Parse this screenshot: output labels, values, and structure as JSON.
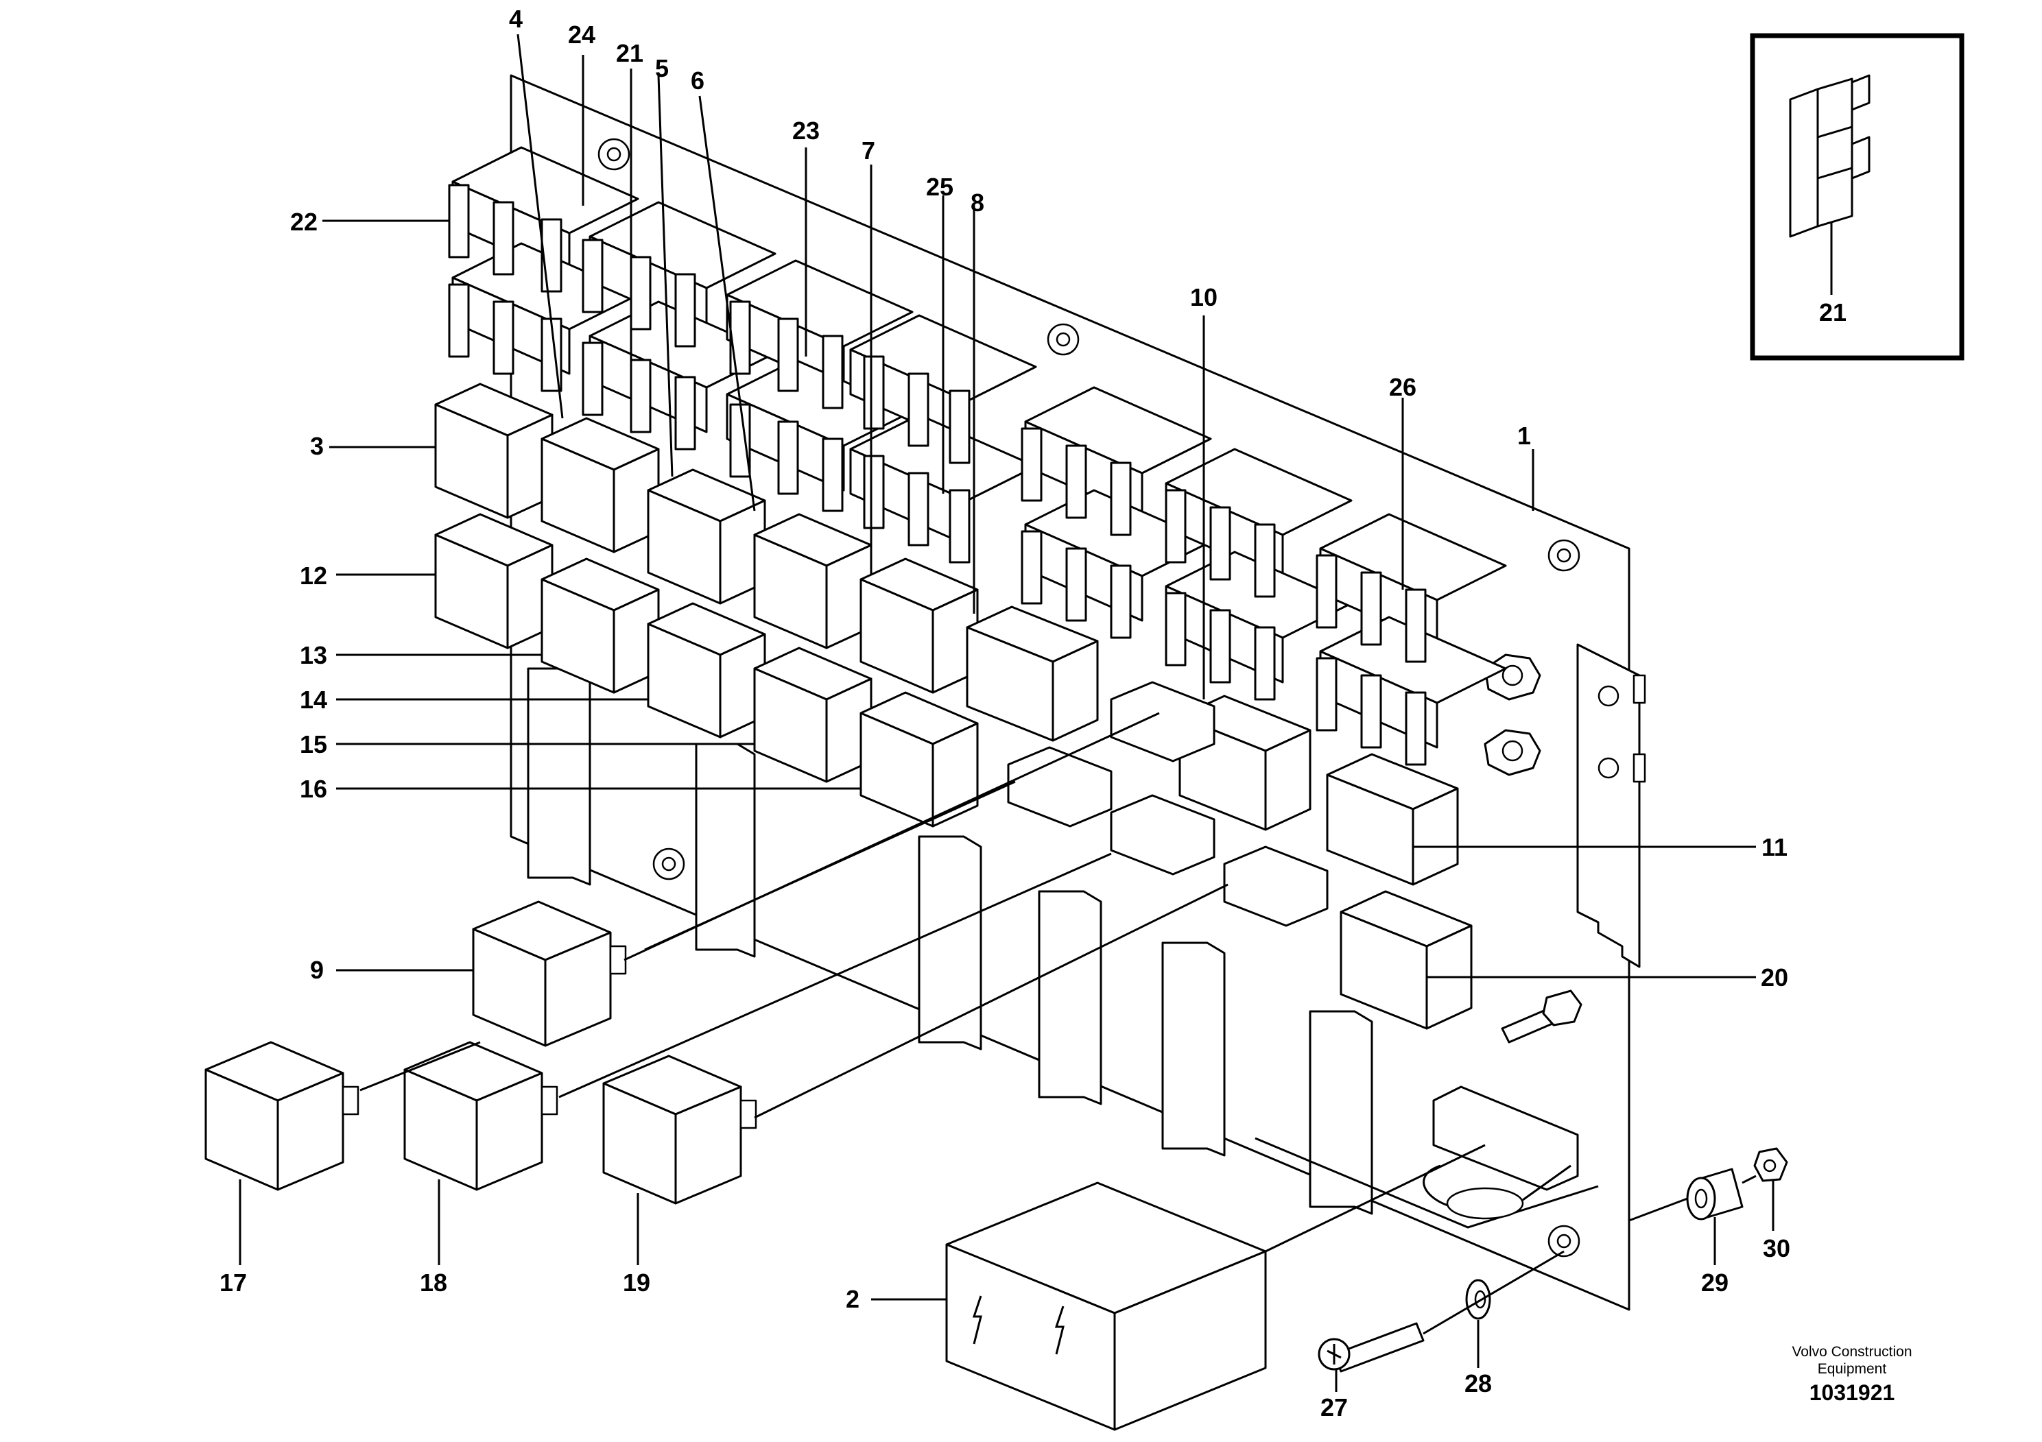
{
  "callouts": {
    "c1": "1",
    "c2": "2",
    "c3": "3",
    "c4": "4",
    "c5": "5",
    "c6": "6",
    "c7": "7",
    "c8": "8",
    "c9": "9",
    "c10": "10",
    "c11": "11",
    "c12": "12",
    "c13": "13",
    "c14": "14",
    "c15": "15",
    "c16": "16",
    "c17": "17",
    "c18": "18",
    "c19": "19",
    "c20": "20",
    "c21": "21",
    "c22": "22",
    "c23": "23",
    "c24": "24",
    "c25": "25",
    "c26": "26",
    "c27": "27",
    "c28": "28",
    "c29": "29",
    "c30": "30",
    "c21b": "21"
  },
  "credit": {
    "line1": "Volvo Construction",
    "line2": "Equipment"
  },
  "drawing_number": "1031921"
}
